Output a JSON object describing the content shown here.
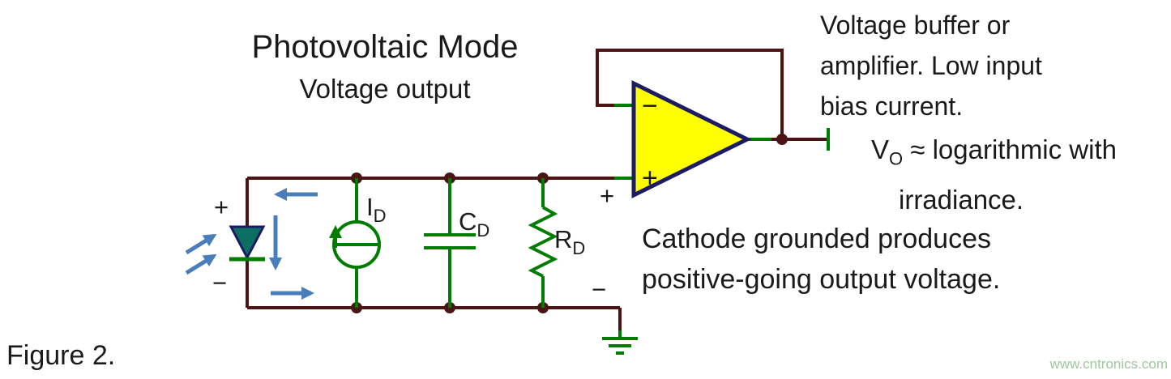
{
  "title": "Photovoltaic Mode",
  "subtitle": "Voltage output",
  "figure_label": "Figure 2.",
  "watermark": "www.cntronics.com",
  "notes": {
    "buffer": [
      "Voltage buffer or",
      "amplifier. Low input",
      "bias current."
    ],
    "vo_main": "V",
    "vo_sub": "O",
    "vo_rest": " ≈ logarithmic with",
    "vo_line2": "irradiance.",
    "cathode": [
      "Cathode grounded produces",
      "positive-going output voltage."
    ]
  },
  "components": {
    "photodiode_plus": "+",
    "photodiode_minus": "−",
    "current_source_label": "I",
    "current_source_sub": "D",
    "capacitor_label": "C",
    "capacitor_sub": "D",
    "resistor_label": "R",
    "resistor_sub": "D",
    "opamp_input_plus": "+",
    "opamp_inverting": "−",
    "opamp_noninverting": "+",
    "ground_minus": "−"
  },
  "colors": {
    "wire": "#4a1414",
    "component_green": "#007d00",
    "opamp_fill": "#ffff00",
    "opamp_border": "#1c1c64",
    "photodiode_fill": "#0d6e62",
    "arrow_blue": "#4a7ebb",
    "text": "#1a1a1a",
    "watermark": "#9cc89c"
  }
}
